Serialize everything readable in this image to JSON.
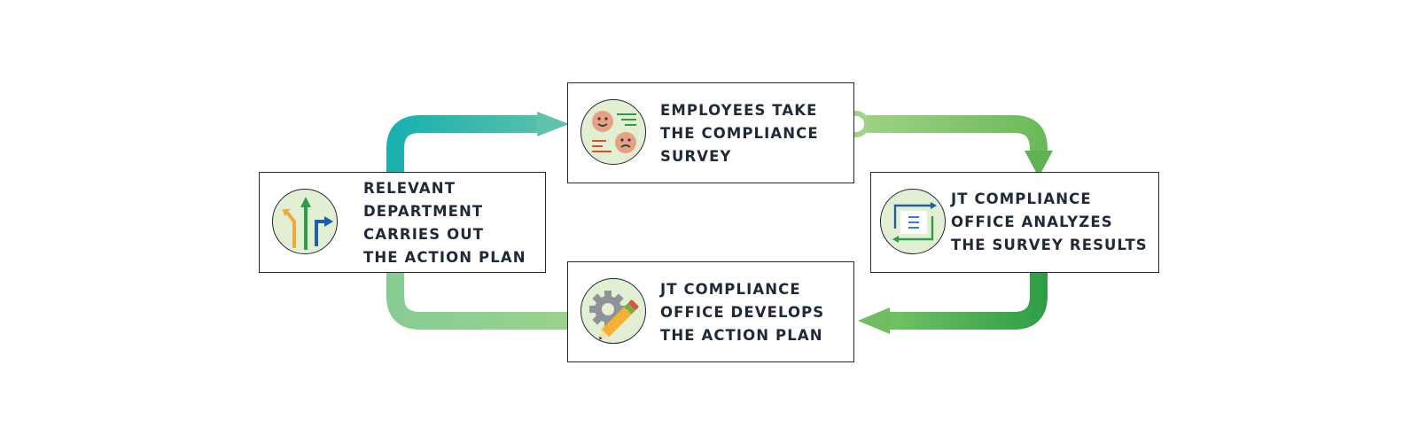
{
  "colors": {
    "teal": "#17b0b0",
    "light_green": "#94cf7c",
    "mid_green": "#6fb95c",
    "dark_green": "#2e9e46",
    "icon_bg": "#e3efd3",
    "border": "#1f2937"
  },
  "steps": [
    {
      "icon": "survey-faces-icon",
      "lines": [
        "EMPLOYEES TAKE",
        "THE COMPLIANCE",
        "SURVEY"
      ]
    },
    {
      "icon": "analysis-document-icon",
      "lines": [
        "JT COMPLIANCE",
        "OFFICE ANALYZES",
        "THE SURVEY RESULTS"
      ]
    },
    {
      "icon": "gear-pencil-icon",
      "lines": [
        "JT COMPLIANCE",
        "OFFICE DEVELOPS",
        "THE ACTION PLAN"
      ]
    },
    {
      "icon": "direction-arrows-icon",
      "lines": [
        "RELEVANT",
        "DEPARTMENT",
        "CARRIES OUT",
        "THE ACTION PLAN"
      ]
    }
  ]
}
